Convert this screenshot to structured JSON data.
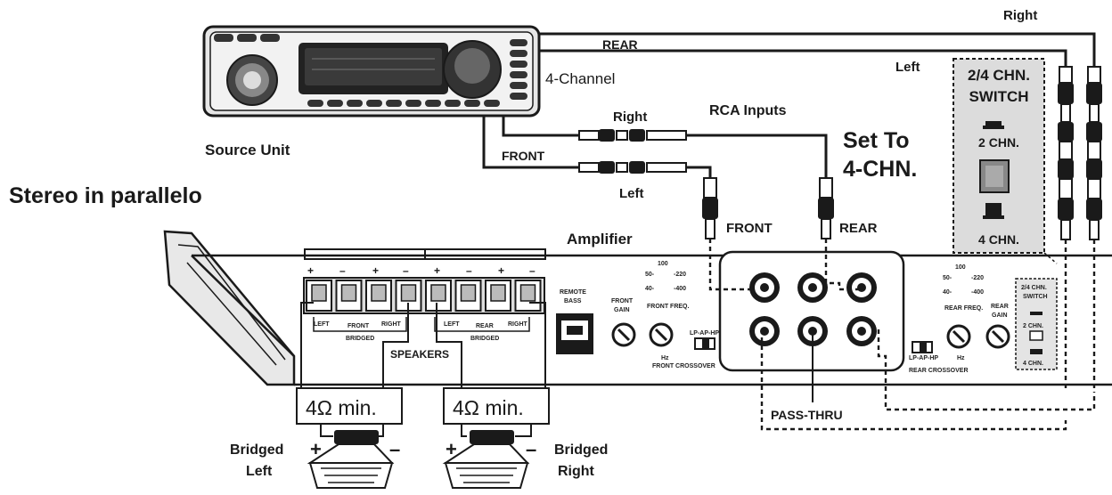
{
  "title": "Stereo in parallelo",
  "source_unit": {
    "label": "Source Unit"
  },
  "wiring": {
    "four_channel": "4-Channel",
    "rca_inputs": "RCA Inputs",
    "rear": "REAR",
    "front": "FRONT",
    "right_top": "Right",
    "left_top": "Left",
    "right_front": "Right",
    "left_front": "Left"
  },
  "set_to": {
    "line1": "Set To",
    "line2": "4-CHN."
  },
  "switch_box": {
    "title_line1": "2/4 CHN.",
    "title_line2": "SWITCH",
    "opt_2": "2 CHN.",
    "opt_4": "4 CHN."
  },
  "amplifier": {
    "label": "Amplifier",
    "input_front": "FRONT",
    "input_rear": "REAR",
    "pass_thru": "PASS-THRU",
    "speakers": "SPEAKERS",
    "terminal_signs": [
      "+",
      "–",
      "+",
      "–",
      "+",
      "–",
      "+",
      "–"
    ],
    "left": "LEFT",
    "front_sub": "FRONT",
    "right": "RIGHT",
    "bridged": "BRIDGED",
    "left2": "LEFT",
    "rear_sub": "REAR",
    "right2": "RIGHT",
    "bridged2": "BRIDGED",
    "remote_bass_1": "REMOTE",
    "remote_bass_2": "BASS",
    "front_gain_1": "FRONT",
    "front_gain_2": "GAIN",
    "front_freq": "FRONT FREQ.",
    "front_crossover": "FRONT CROSSOVER",
    "rear_freq": "REAR FREQ.",
    "rear_gain_1": "REAR",
    "rear_gain_2": "GAIN",
    "rear_crossover": "REAR CROSSOVER",
    "lp_ap_hp": "LP-AP-HP",
    "hz": "Hz",
    "freq_vals": [
      "50-",
      "100",
      "-220",
      "40-",
      "-400"
    ],
    "mini_switch_1": "2/4 CHN.",
    "mini_switch_2": "SWITCH",
    "mini_2chn": "2 CHN.",
    "mini_4chn": "4 CHN."
  },
  "impedance": {
    "left": "4Ω min.",
    "right": "4Ω min."
  },
  "speakers_out": {
    "left_line1": "Bridged",
    "left_line2": "Left",
    "right_line1": "Bridged",
    "right_line2": "Right",
    "plus": "+",
    "minus": "–"
  },
  "colors": {
    "ink": "#1a1a1a",
    "switch_bg": "#dcdcdc",
    "panel": "#f4f4f4"
  }
}
